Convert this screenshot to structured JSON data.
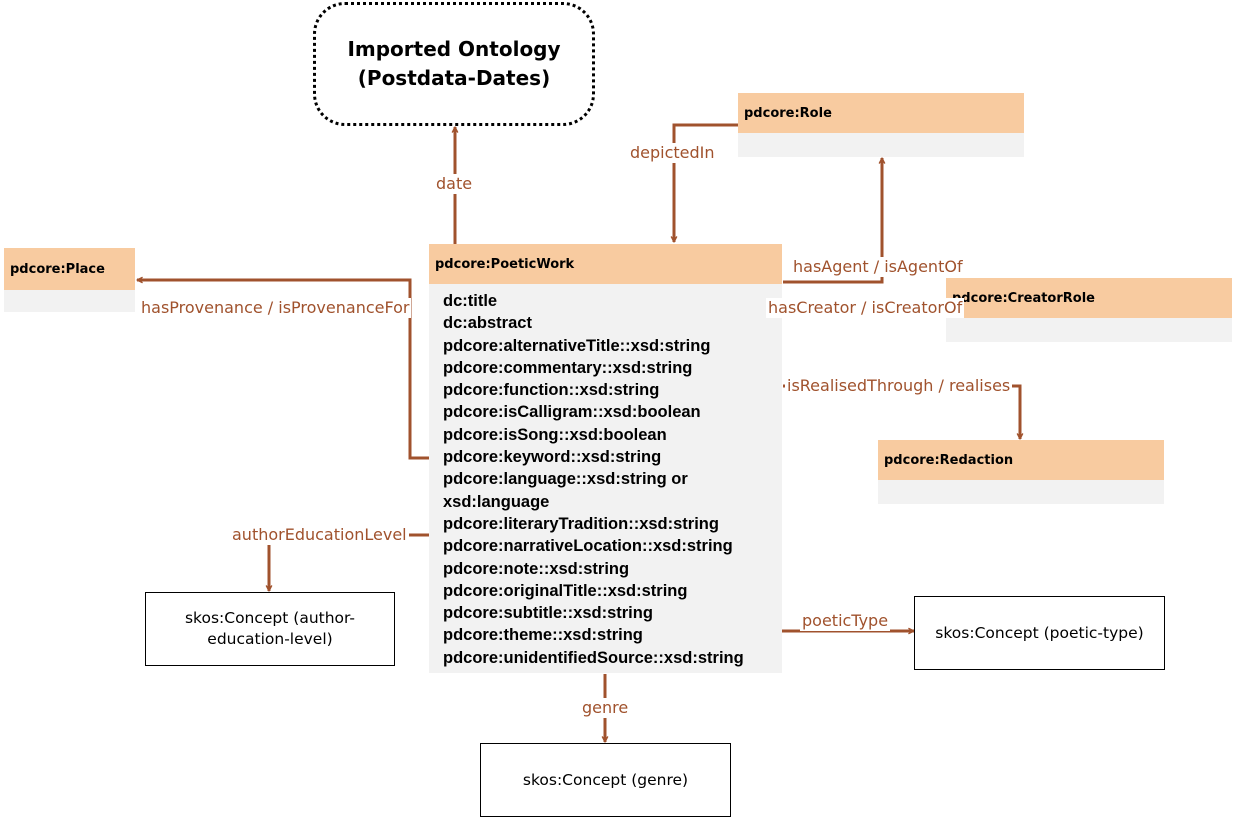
{
  "imported_ontology": {
    "line1": "Imported Ontology",
    "line2": "(Postdata-Dates)"
  },
  "classes": {
    "poetic_work": {
      "name": "pdcore:PoeticWork",
      "attributes": [
        "dc:title",
        "dc:abstract",
        "pdcore:alternativeTitle::xsd:string",
        "pdcore:commentary::xsd:string",
        "pdcore:function::xsd:string",
        "pdcore:isCalligram::xsd:boolean",
        "pdcore:isSong::xsd:boolean",
        "pdcore:keyword::xsd:string",
        "pdcore:language::xsd:string or",
        "xsd:language",
        "pdcore:literaryTradition::xsd:string",
        "pdcore:narrativeLocation::xsd:string",
        "pdcore:note::xsd:string",
        "pdcore:originalTitle::xsd:string",
        "pdcore:subtitle::xsd:string",
        "pdcore:theme::xsd:string",
        "pdcore:unidentifiedSource::xsd:string"
      ]
    },
    "role": {
      "name": "pdcore:Role"
    },
    "place": {
      "name": "pdcore:Place"
    },
    "creator_role": {
      "name": "pdcore:CreatorRole"
    },
    "redaction": {
      "name": "pdcore:Redaction"
    }
  },
  "concepts": {
    "author_education": {
      "line1": "skos:Concept (author-",
      "line2": "education-level)"
    },
    "poetic_type": {
      "label": "skos:Concept (poetic-type)"
    },
    "genre": {
      "label": "skos:Concept (genre)"
    }
  },
  "relations": {
    "date": "date",
    "depicted_in": "depictedIn",
    "has_agent": "hasAgent / isAgentOf",
    "has_creator": "hasCreator / isCreatorOf",
    "has_provenance": "hasProvenance / isProvenanceFor",
    "is_realised_through": "isRealisedThrough / realises",
    "author_education_level": "authorEducationLevel",
    "poetic_type": "poeticType",
    "genre": "genre"
  },
  "colors": {
    "edge": "#a0522d",
    "class_header": "#f8cba0",
    "class_body": "#f2f2f2"
  }
}
